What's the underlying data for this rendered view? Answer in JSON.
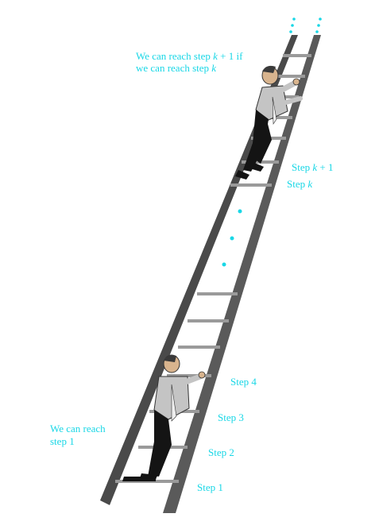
{
  "labels": {
    "top_line1": "We can reach step k + 1 if",
    "top_line2": "we can reach step k",
    "step_k1": "Step k + 1",
    "step_k": "Step k",
    "step_4": "Step 4",
    "step_3": "Step 3",
    "step_2": "Step 2",
    "step_1": "Step 1",
    "reach_line1": "We can reach",
    "reach_line2": "step 1"
  },
  "colors": {
    "label": "#19d7e6",
    "rail": "#4a4a4a",
    "rung": "#b9b9b9",
    "shirt": "#bfbfbf",
    "pants": "#141414"
  },
  "icons": [
    "ladder-icon",
    "climber-upper-icon",
    "climber-lower-icon",
    "ellipsis-dots-icon"
  ]
}
